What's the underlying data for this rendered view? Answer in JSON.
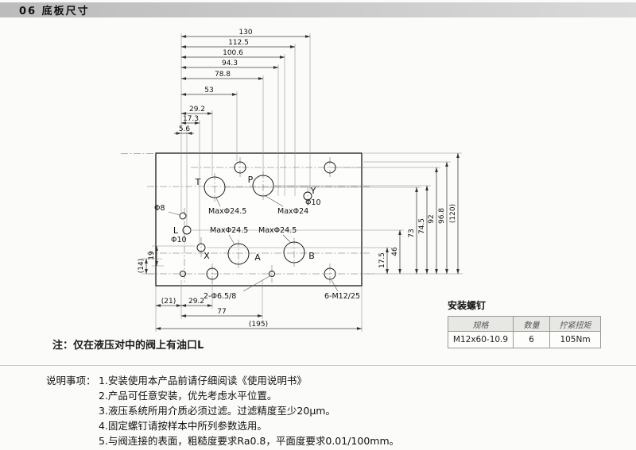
{
  "header": {
    "title": "06 底板尺寸"
  },
  "drawing": {
    "top_dims": [
      "130",
      "112.5",
      "100.6",
      "94.3",
      "78.8",
      "53",
      "29.2",
      "17.3",
      "5.6"
    ],
    "right_dims": [
      "(120)",
      "96.8",
      "92",
      "74.5",
      "73",
      "46",
      "17.5"
    ],
    "left_dims": [
      "19",
      "(14)"
    ],
    "bottom_dims": [
      "(21)",
      "29.2",
      "77",
      "(195)"
    ],
    "port_labels": {
      "t": "T",
      "p": "P",
      "y": "Y",
      "l": "L",
      "x": "X",
      "a": "A",
      "b": "B"
    },
    "annotations": {
      "max_t": "MaxΦ24.5",
      "max_p": "MaxΦ24",
      "max_a": "MaxΦ24.5",
      "max_b": "MaxΦ24.5",
      "phi8": "Φ8",
      "phi10_y": "Φ10",
      "phi10_l": "Φ10",
      "pin_holes": "2-Φ6.5/8",
      "mount_holes": "6-M12/25"
    }
  },
  "note": "注：仅在液压对中的阀上有油口L",
  "screw_table": {
    "title": "安装螺钉",
    "headers": [
      "规格",
      "数量",
      "拧紧扭矩"
    ],
    "row": [
      "M12x60-10.9",
      "6",
      "105Nm"
    ]
  },
  "instructions": {
    "label": "说明事项：",
    "items": [
      "1.安装使用本产品前请仔细阅读《使用说明书》",
      "2.产品可任意安装，优先考虑水平位置。",
      "3.液压系统所用介质必须过滤。过滤精度至少20μm。",
      "4.固定螺钉请按样本中所列参数选用。",
      "5.与阀连接的表面，粗糙度要求Ra0.8，平面度要求0.01/100mm。"
    ]
  }
}
